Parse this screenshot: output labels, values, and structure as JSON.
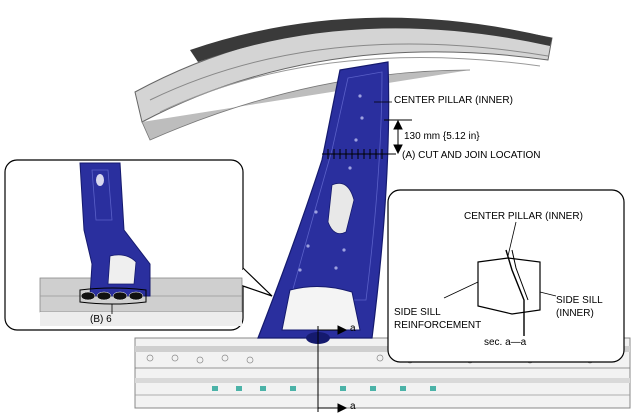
{
  "labels": {
    "center_pillar_inner": "CENTER PILLAR (INNER)",
    "dimension": "130 mm {5.12 in}",
    "cut_join": "(A) CUT AND JOIN LOCATION",
    "detail_b": "(B) 6",
    "section_center_pillar": "CENTER PILLAR (INNER)",
    "side_sill_reinf_1": "SIDE SILL",
    "side_sill_reinf_2": "REINFORCEMENT",
    "side_sill_inner_1": "SIDE SILL",
    "side_sill_inner_2": "(INNER)",
    "section_title": "sec. a—a",
    "section_marker_top": "a",
    "section_marker_bottom": "a"
  },
  "colors": {
    "pillar_blue": "#2a2f9e",
    "pillar_dark": "#151a6e",
    "panel_gray": "#c9c9c9",
    "line_black": "#000000"
  }
}
